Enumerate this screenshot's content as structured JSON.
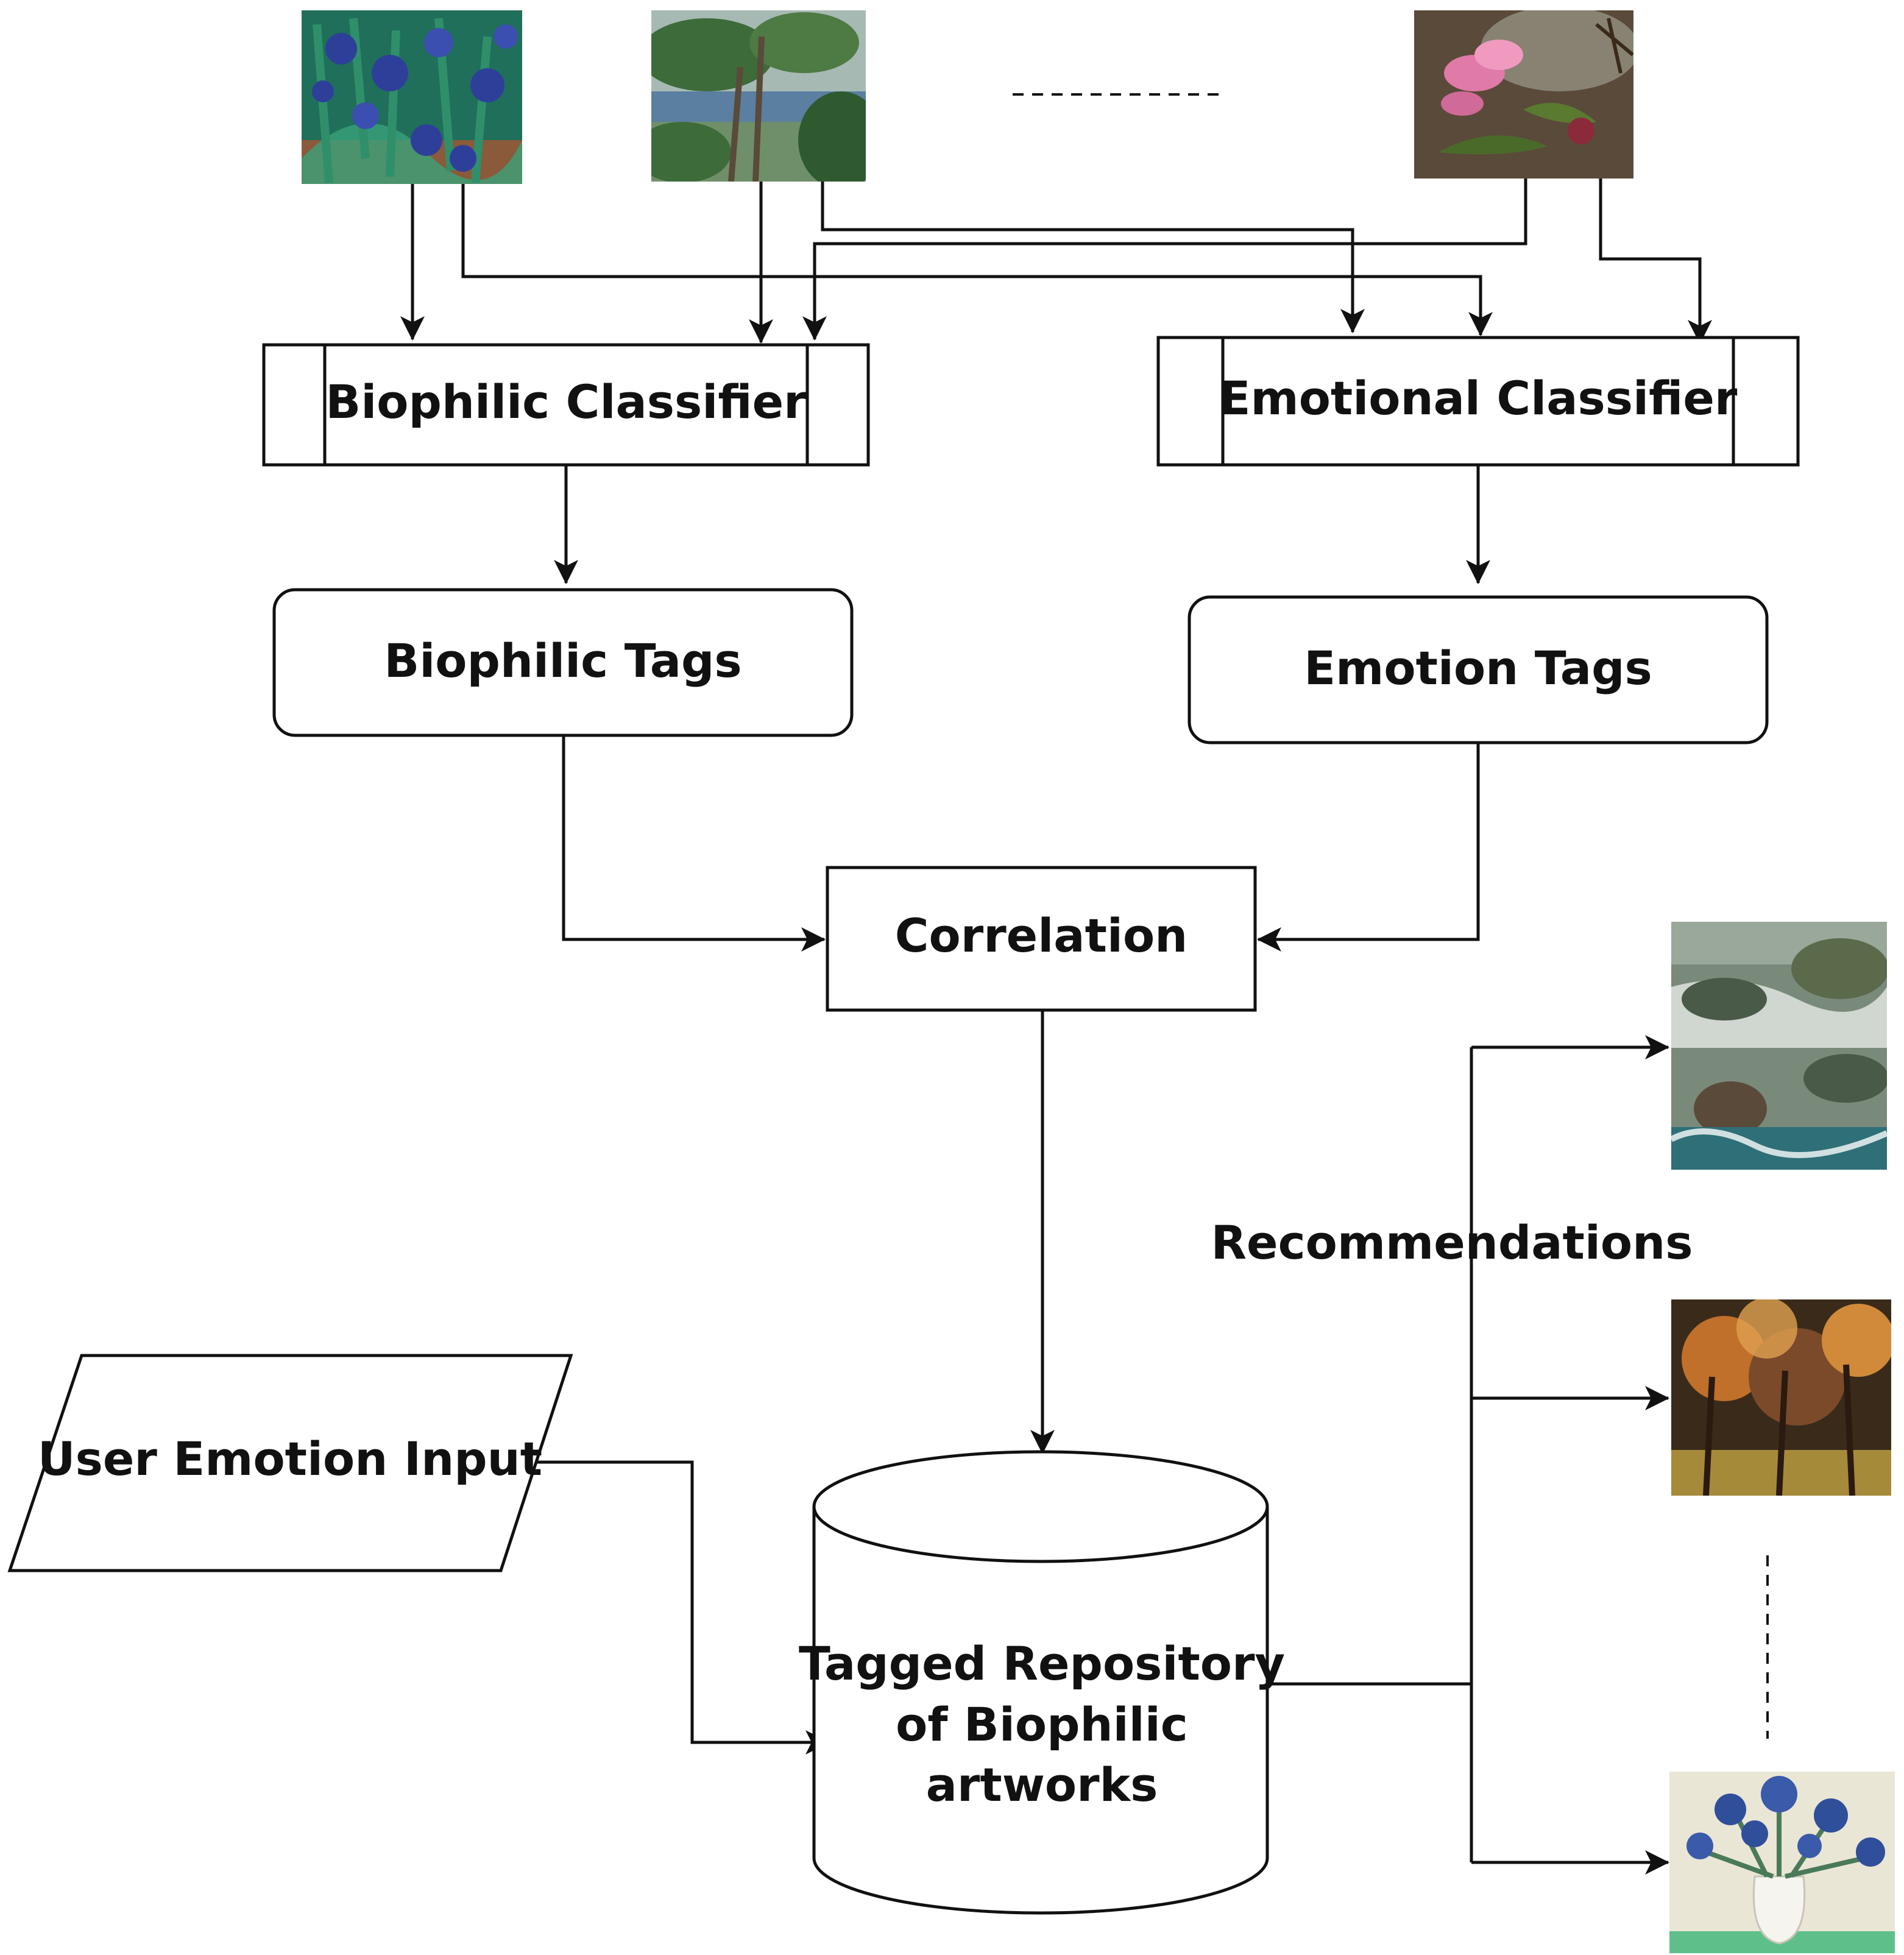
{
  "diagram": {
    "nodes": {
      "biophilic_classifier": "Biophilic Classifier",
      "emotional_classifier": "Emotional Classifier",
      "biophilic_tags": "Biophilic Tags",
      "emotion_tags": "Emotion Tags",
      "correlation": "Correlation",
      "user_input": "User Emotion Input",
      "repository": [
        "Tagged Repository",
        "of Biophilic",
        "artworks"
      ]
    },
    "recommendations_label": "Recommendations",
    "input_artworks": [
      {
        "id": "iris-field",
        "subject": "blue irises in a garden",
        "palette": [
          "#1f6f5a",
          "#2e3f9a",
          "#3aa17a",
          "#8a5a3a"
        ]
      },
      {
        "id": "pine-landscape",
        "subject": "pine trees on a coast",
        "palette": [
          "#6f8f6a",
          "#3d6b3a",
          "#a7b9b3",
          "#5a7fa0"
        ]
      },
      {
        "id": "orchid-hummingbird",
        "subject": "pink orchid with hummingbird",
        "palette": [
          "#5a4a3a",
          "#e07aa8",
          "#4a6a2a",
          "#8a2a3a"
        ]
      }
    ],
    "output_artworks": [
      {
        "id": "river-rapids",
        "subject": "river rapids among rocks",
        "palette": [
          "#7a8a7a",
          "#d0d6d0",
          "#4a5a48",
          "#2f6f78"
        ]
      },
      {
        "id": "autumn-trees",
        "subject": "autumn trees",
        "palette": [
          "#7a4a2a",
          "#c0702a",
          "#3a2a1a",
          "#a58a3a"
        ]
      },
      {
        "id": "irises-vase",
        "subject": "irises in a vase",
        "palette": [
          "#eae6d6",
          "#2f4f9a",
          "#4a7a5a",
          "#5fbf8a"
        ]
      }
    ]
  }
}
